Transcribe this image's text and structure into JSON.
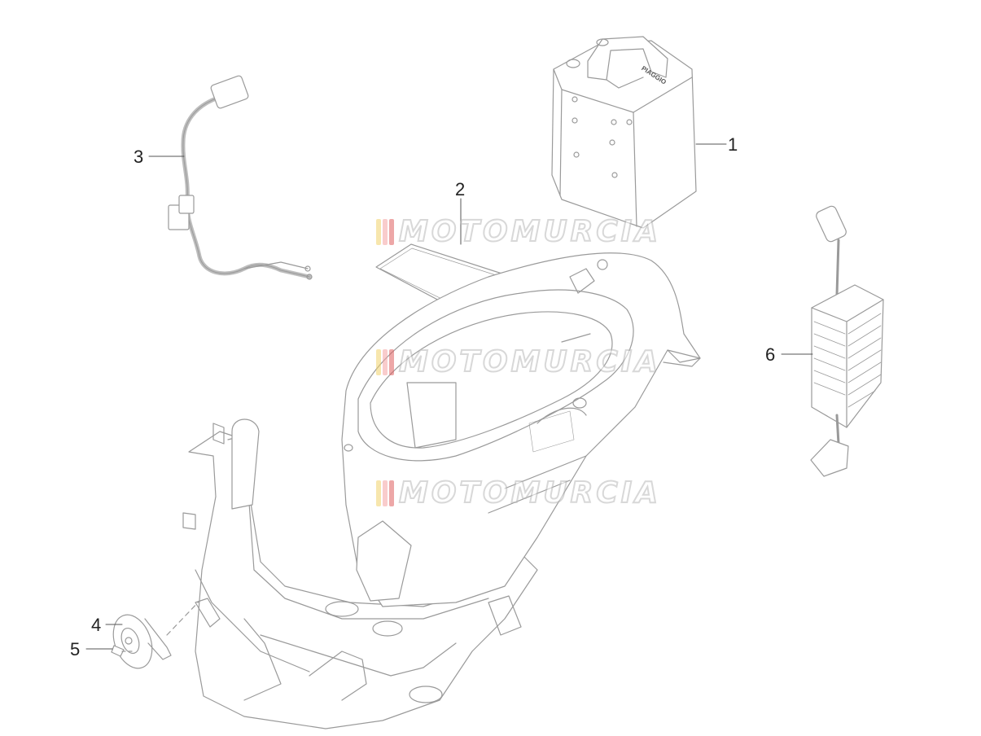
{
  "callouts": [
    {
      "id": "1",
      "label": "1"
    },
    {
      "id": "2",
      "label": "2"
    },
    {
      "id": "3",
      "label": "3"
    },
    {
      "id": "4",
      "label": "4"
    },
    {
      "id": "5",
      "label": "5"
    },
    {
      "id": "6",
      "label": "6"
    }
  ],
  "battery": {
    "brand": "PIAGGIO"
  },
  "watermark": {
    "text": "MOTOMURCIA",
    "stripe_colors": [
      "#f2d36b",
      "#f5a3a3",
      "#e06060"
    ]
  },
  "colors": {
    "line": "#9a9a9a",
    "line_dark": "#555555",
    "fill": "#ffffff"
  }
}
